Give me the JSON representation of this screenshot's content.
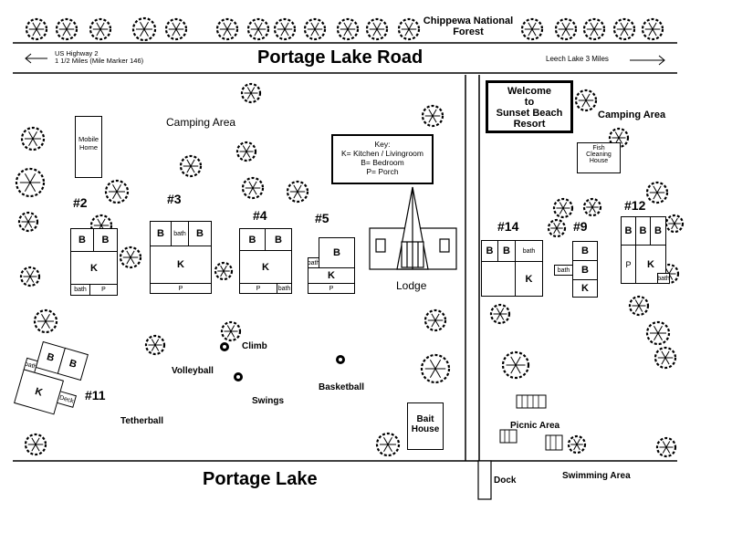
{
  "forest_label": [
    "Chippewa National",
    "Forest"
  ],
  "road": {
    "name": "Portage Lake Road",
    "left_direction": [
      "US Highway 2",
      "1 1/2 Miles  (Mile Marker 146)"
    ],
    "right_direction": "Leech Lake  3 Miles"
  },
  "welcome_sign": [
    "Welcome",
    "to",
    "Sunset Beach",
    "Resort"
  ],
  "key": {
    "title": "Key:",
    "entries": [
      "K= Kitchen / Livingroom",
      "B= Bedroom",
      "P= Porch"
    ]
  },
  "areas": {
    "camping_left": "Camping Area",
    "camping_right": "Camping Area",
    "mobile_home": [
      "Mobile",
      "Home"
    ],
    "fish_house": [
      "Fish",
      "Cleaning",
      "House"
    ],
    "lodge": "Lodge",
    "climb": "Climb",
    "volleyball": "Volleyball",
    "swings": "Swings",
    "basketball": "Basketball",
    "tetherball": "Tetherball",
    "bait_house": [
      "Bait",
      "House"
    ],
    "picnic": "Picnic Area",
    "dock": "Dock",
    "swimming": "Swimming Area",
    "lake": "Portage Lake"
  },
  "cabins": {
    "c2": {
      "number": "#2",
      "rooms": [
        "B",
        "B",
        "K",
        "bath",
        "P"
      ]
    },
    "c3": {
      "number": "#3",
      "rooms": [
        "B",
        "bath",
        "B",
        "K",
        "P"
      ]
    },
    "c4": {
      "number": "#4",
      "rooms": [
        "B",
        "B",
        "K",
        "P",
        "bath"
      ]
    },
    "c5": {
      "number": "#5",
      "rooms": [
        "B",
        "bath",
        "K",
        "P"
      ]
    },
    "c14": {
      "number": "#14",
      "rooms": [
        "B",
        "B",
        "bath",
        "K"
      ]
    },
    "c9": {
      "number": "#9",
      "rooms": [
        "B",
        "bath",
        "B",
        "K"
      ]
    },
    "c12": {
      "number": "#12",
      "rooms": [
        "B",
        "B",
        "B",
        "P",
        "K",
        "bath"
      ]
    },
    "c11": {
      "number": "#11",
      "rooms": [
        "B",
        "B",
        "bath",
        "K",
        "Deck"
      ]
    }
  }
}
